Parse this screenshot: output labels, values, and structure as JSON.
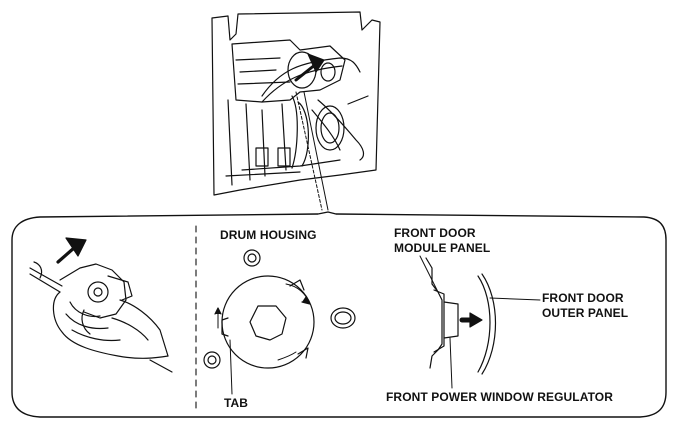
{
  "labels": {
    "drum_housing": "DRUM HOUSING",
    "module_panel_line1": "FRONT DOOR",
    "module_panel_line2": "MODULE PANEL",
    "outer_panel_line1": "FRONT DOOR",
    "outer_panel_line2": "OUTER PANEL",
    "tab": "TAB",
    "regulator": "FRONT POWER WINDOW REGULATOR"
  },
  "colors": {
    "line": "#111111",
    "background": "#ffffff"
  }
}
